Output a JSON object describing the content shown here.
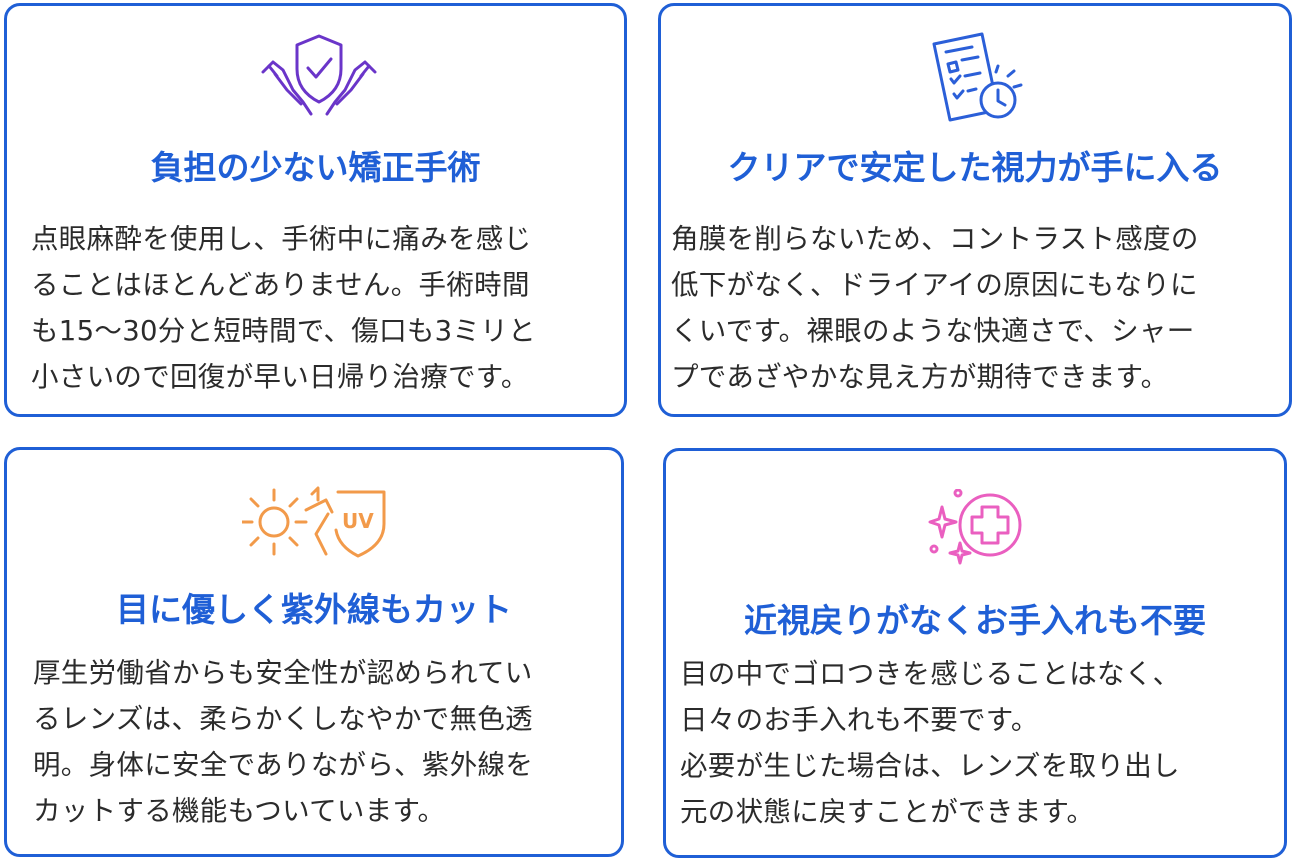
{
  "colors": {
    "card_border": "#1f5fd6",
    "title_text": "#1f5fd6",
    "body_text": "#2b2b2b",
    "icon_purple": "#6a35c9",
    "icon_blue": "#2b5fd8",
    "icon_orange": "#f29a4a",
    "icon_pink": "#ea5fc0"
  },
  "cards": [
    {
      "icon": "shield-check-hands-icon",
      "title": "負担の少ない矯正手術",
      "body_lines": [
        "点眼麻酔を使用し、手術中に痛みを感じ",
        "ることはほとんどありません。手術時間",
        "も15〜30分と短時間で、傷口も3ミリと",
        "小さいので回復が早い日帰り治療です。"
      ]
    },
    {
      "icon": "checklist-clock-icon",
      "title": "クリアで安定した視力が手に入る",
      "body_lines": [
        "角膜を削らないため、コントラスト感度の",
        "低下がなく、ドライアイの原因にもなりに",
        "くいです。裸眼のような快適さで、シャー",
        "プであざやかな見え方が期待できます。"
      ]
    },
    {
      "icon": "sun-uv-shield-icon",
      "icon_label": "UV",
      "title": "目に優しく紫外線もカット",
      "body_lines": [
        "厚生労働省からも安全性が認められてい",
        "るレンズは、柔らかくしなやかで無色透",
        "明。身体に安全でありながら、紫外線を",
        "カットする機能もついています。"
      ]
    },
    {
      "icon": "sparkle-medical-cross-icon",
      "title": "近視戻りがなくお手入れも不要",
      "body_lines": [
        "目の中でゴロつきを感じることはなく、",
        "日々のお手入れも不要です。",
        "必要が生じた場合は、レンズを取り出し",
        "元の状態に戻すことができます。"
      ]
    }
  ]
}
